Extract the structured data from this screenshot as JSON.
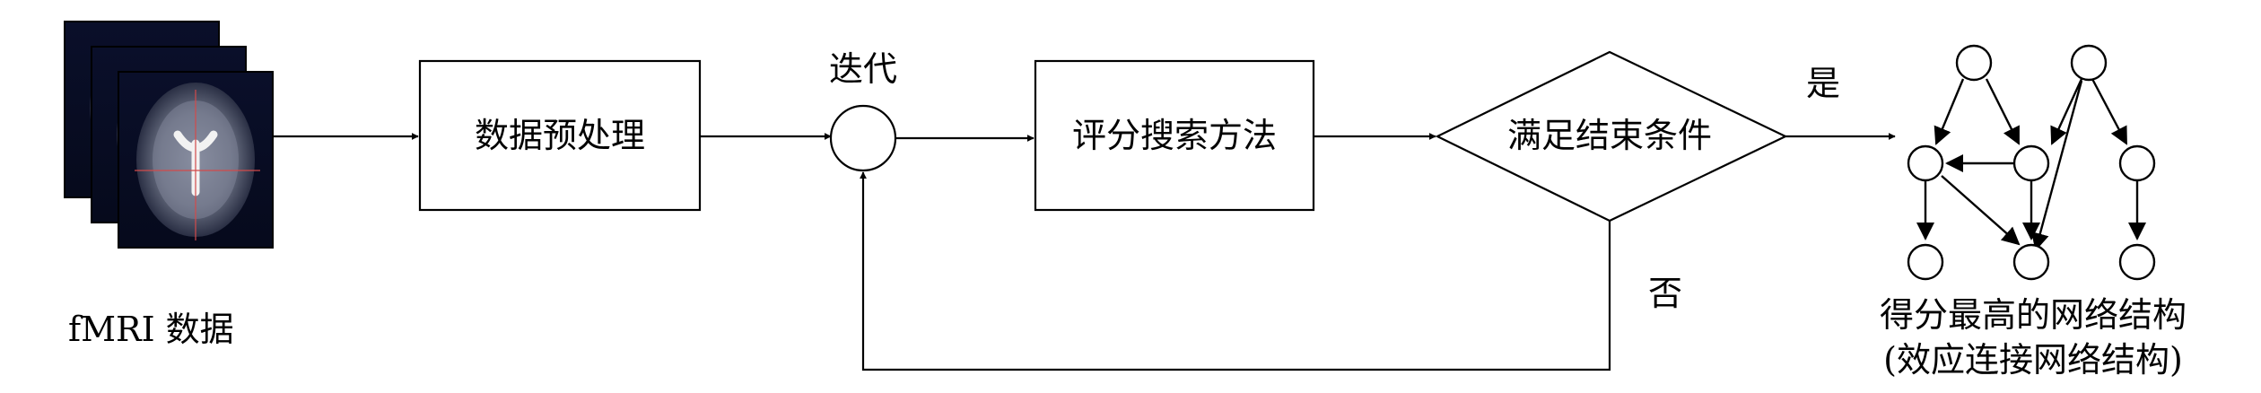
{
  "input": {
    "label": "fMRI 数据"
  },
  "steps": {
    "preprocess": "数据预处理",
    "iterate": "迭代",
    "search": "评分搜索方法",
    "condition": "满足结束条件"
  },
  "branches": {
    "yes": "是",
    "no": "否"
  },
  "output": {
    "line1": "得分最高的网络结构",
    "line2": "(效应连接网络结构)"
  },
  "colors": {
    "stroke": "#000000",
    "background": "#ffffff"
  }
}
